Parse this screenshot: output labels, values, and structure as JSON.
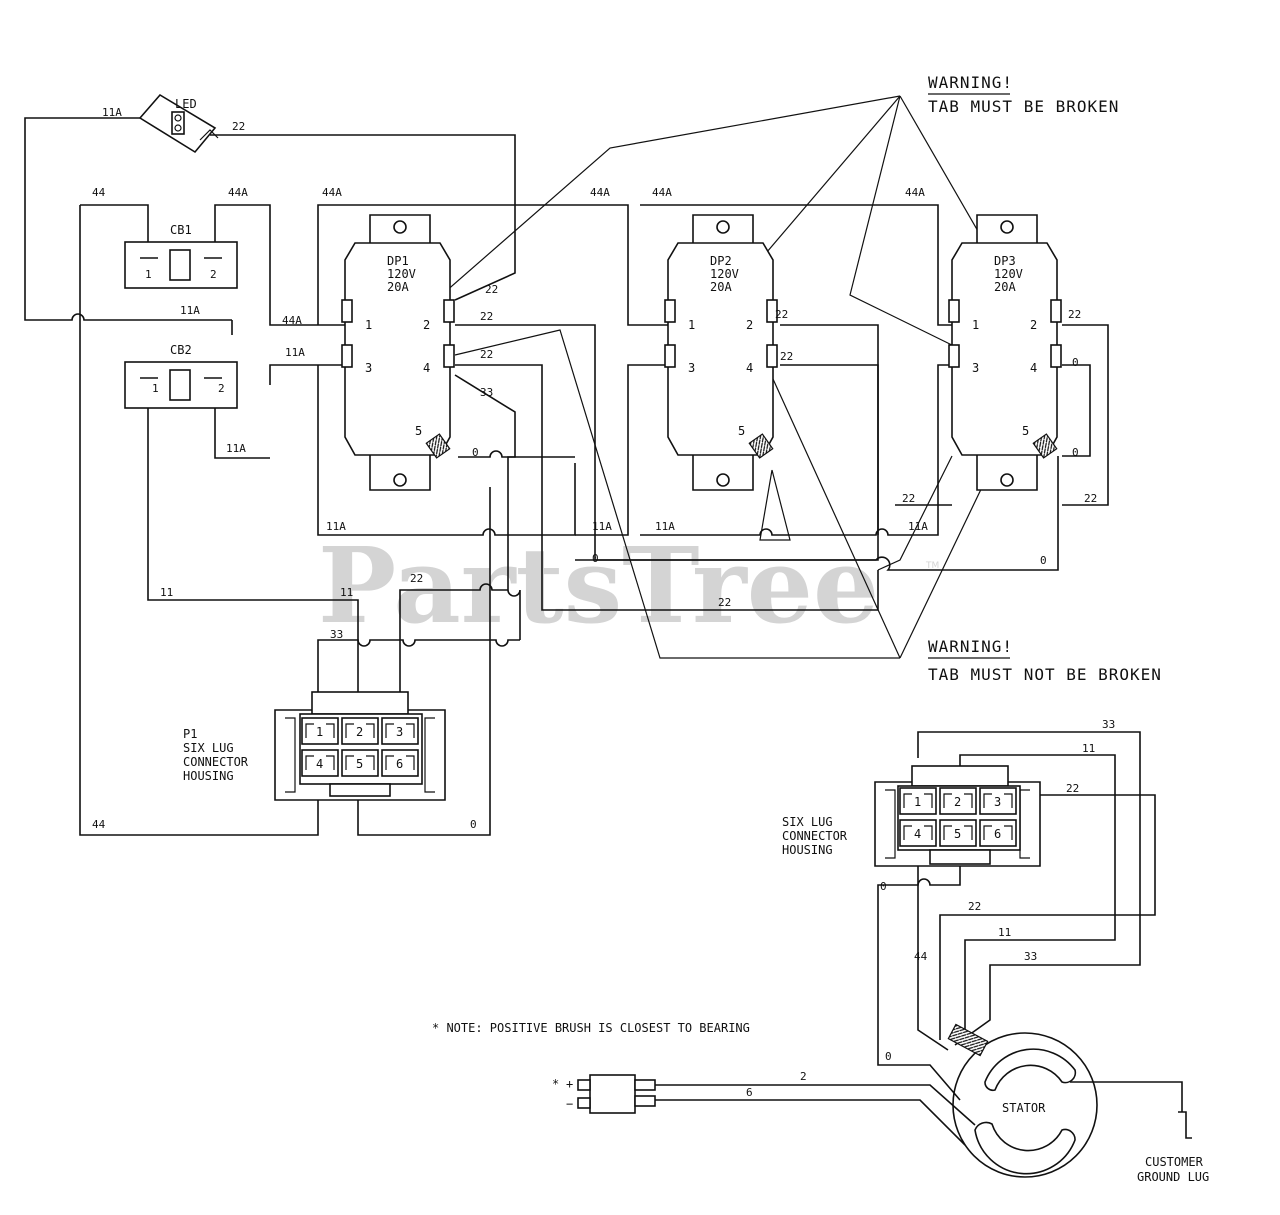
{
  "watermark": {
    "text": "PartsTree",
    "tm": "TM"
  },
  "warnings": {
    "top": {
      "title": "WARNING!",
      "text": "TAB MUST BE BROKEN"
    },
    "bottom": {
      "title": "WARNING!",
      "text": "TAB MUST NOT BE BROKEN"
    }
  },
  "led": {
    "label": "LED",
    "wire_left": "11A",
    "wire_right": "22"
  },
  "breakers": {
    "cb1": {
      "label": "CB1",
      "t1": "1",
      "t2": "2",
      "wire_in": "44",
      "wire_out": "44A"
    },
    "cb2": {
      "label": "CB2",
      "t1": "1",
      "t2": "2",
      "wire_top": "11A",
      "wire_bottom": "11A"
    }
  },
  "duplexes": [
    {
      "label": "DP1",
      "rating_v": "120V",
      "rating_a": "20A",
      "t1": "1",
      "t2": "2",
      "t3": "3",
      "t4": "4",
      "t5": "5"
    },
    {
      "label": "DP2",
      "rating_v": "120V",
      "rating_a": "20A",
      "t1": "1",
      "t2": "2",
      "t3": "3",
      "t4": "4",
      "t5": "5"
    },
    {
      "label": "DP3",
      "rating_v": "120V",
      "rating_a": "20A",
      "t1": "1",
      "t2": "2",
      "t3": "3",
      "t4": "4",
      "t5": "5"
    }
  ],
  "wires": {
    "w44": "44",
    "w44a": "44A",
    "w11a": "11A",
    "w11": "11",
    "w22": "22",
    "w33": "33",
    "w0": "0",
    "w2": "2",
    "w6": "6"
  },
  "p1": {
    "line1": "P1",
    "line2": "SIX LUG",
    "line3": "CONNECTOR",
    "line4": "HOUSING",
    "pins": [
      "1",
      "2",
      "3",
      "4",
      "5",
      "6"
    ]
  },
  "stator_connector": {
    "line1": "SIX LUG",
    "line2": "CONNECTOR",
    "line3": "HOUSING",
    "pins": [
      "1",
      "2",
      "3",
      "4",
      "5",
      "6"
    ]
  },
  "note": "* NOTE: POSITIVE BRUSH IS CLOSEST TO BEARING",
  "brush": {
    "star": "*",
    "plus": "+",
    "minus": "−"
  },
  "stator": {
    "label": "STATOR"
  },
  "ground": {
    "line1": "CUSTOMER",
    "line2": "GROUND LUG"
  }
}
